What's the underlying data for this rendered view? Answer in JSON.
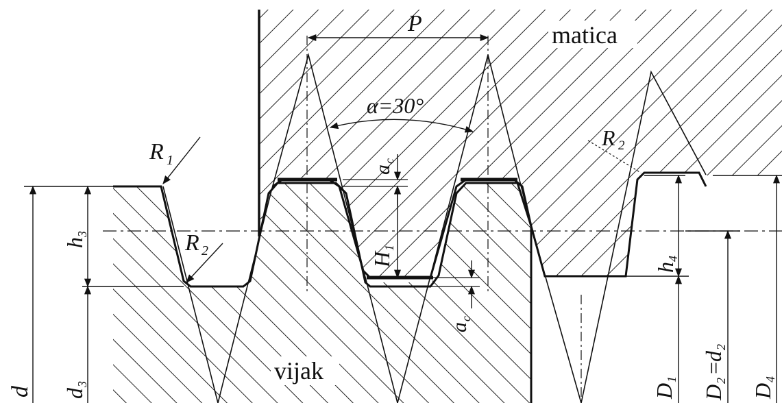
{
  "labels": {
    "nut": "matica",
    "screw": "vijak",
    "pitch": "P",
    "angle": "α=30°",
    "r1": "R",
    "r1_sub": "1",
    "r2_screw": "R",
    "r2_screw_sub": "2",
    "r2_nut": "R",
    "r2_nut_sub": "2",
    "ac_top": "a",
    "ac_top_sub": "c",
    "ac_bot": "a",
    "ac_bot_sub": "c",
    "h1": "H",
    "h1_sub": "1",
    "h3": "h",
    "h3_sub": "3",
    "h4": "h",
    "h4_sub": "4",
    "d": "d",
    "d3": "d",
    "d3_sub": "3",
    "D1": "D",
    "D1_sub": "1",
    "D2": "D",
    "D2_sub": "2",
    "D2_eq": "=",
    "d2": "d",
    "d2_sub": "2",
    "D4": "D",
    "D4_sub": "4"
  },
  "colors": {
    "line": "#111111",
    "hatch": "#222222",
    "background": "#ffffff"
  }
}
